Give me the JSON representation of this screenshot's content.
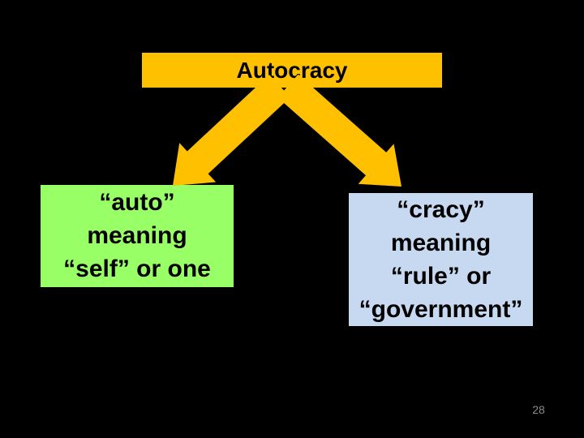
{
  "slide": {
    "background": "#000000",
    "arrow_color": "#FFC000",
    "title_box": {
      "label": "Autocracy",
      "bg": "#FFC000"
    },
    "left_box": {
      "bg": "#99FF66",
      "lines": [
        "“auto”",
        "meaning",
        "“self” or one"
      ]
    },
    "right_box": {
      "bg": "#C6D9F0",
      "lines": [
        "“cracy”",
        "meaning",
        "“rule” or",
        "“government”"
      ]
    },
    "page_number": "28",
    "page_number_color": "#8C8C8C"
  }
}
